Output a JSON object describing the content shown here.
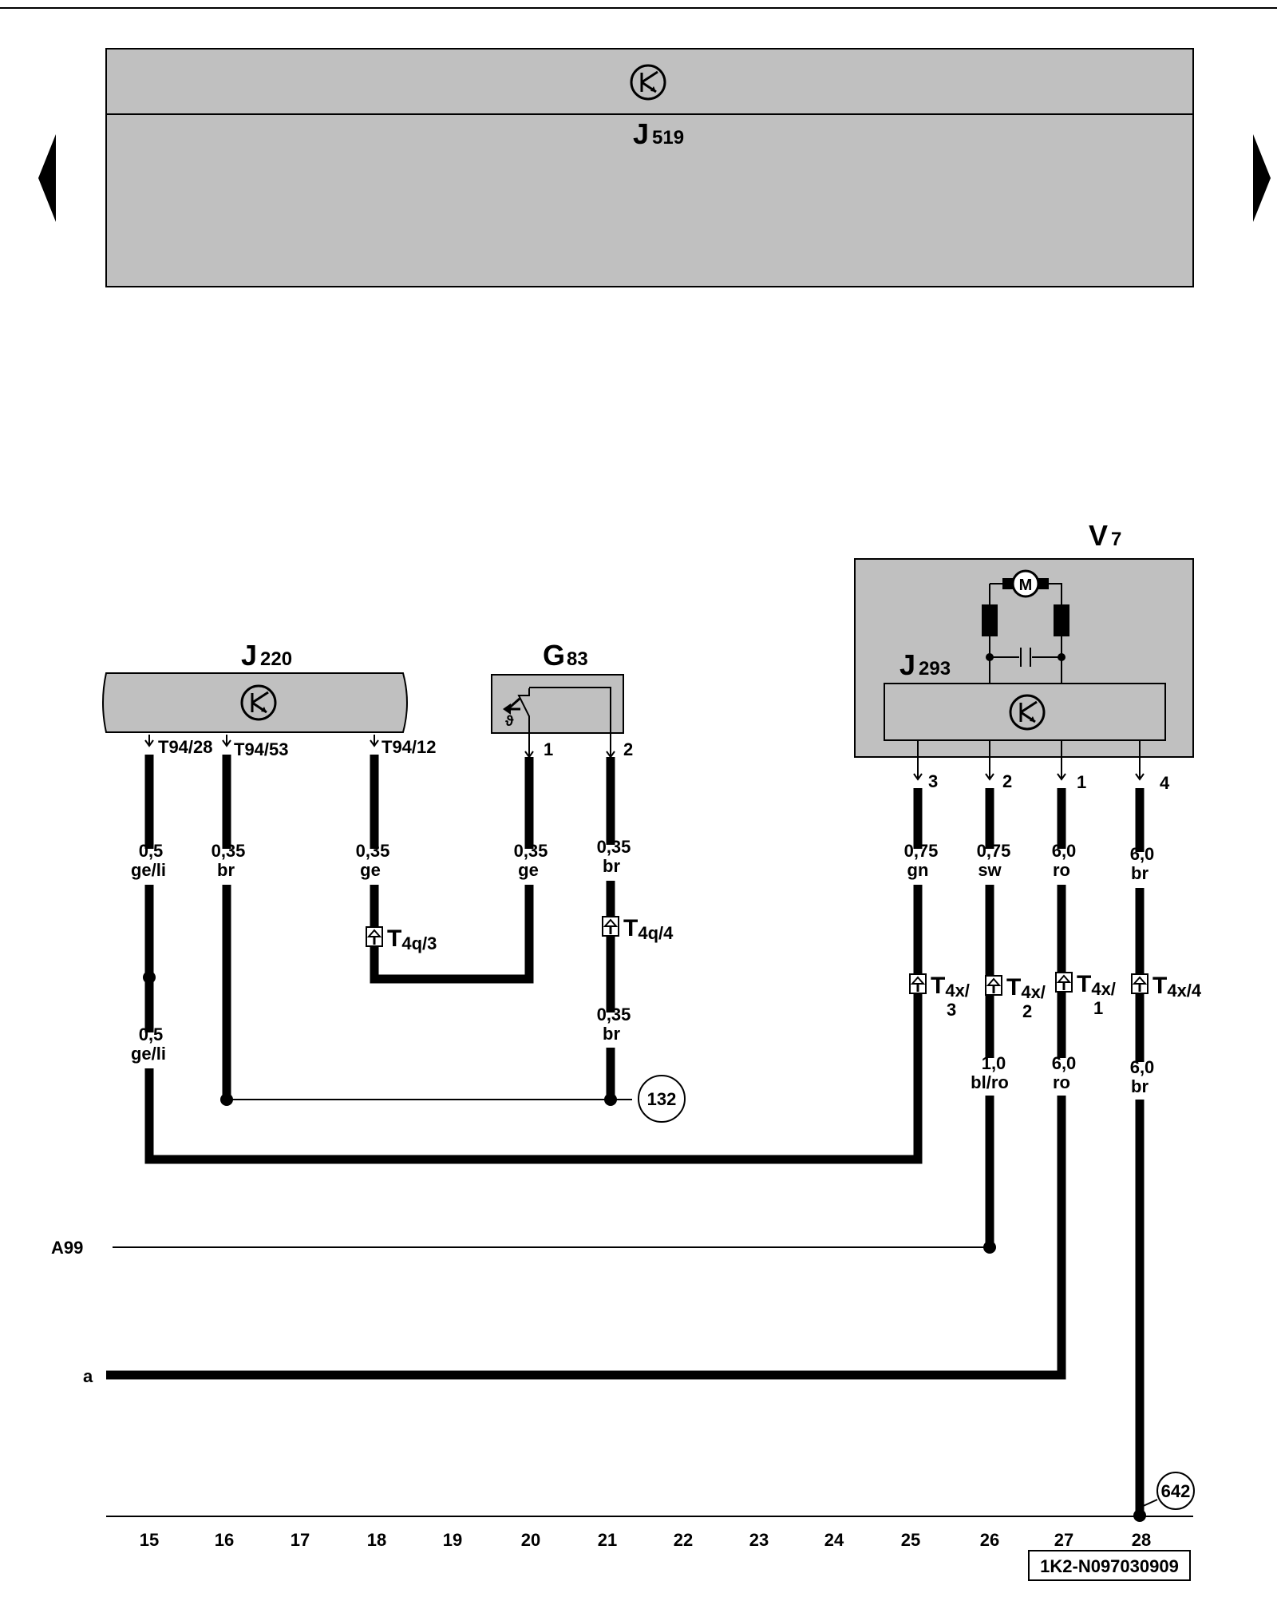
{
  "nav": {
    "prev_icon": "left-triangle-icon",
    "next_icon": "right-triangle-icon"
  },
  "components": {
    "j519": {
      "letter": "J",
      "number": "519"
    },
    "j220": {
      "letter": "J",
      "number": "220"
    },
    "g83": {
      "letter": "G",
      "number": "83"
    },
    "v7": {
      "letter": "V",
      "number": "7"
    },
    "j293": {
      "letter": "J",
      "number": "293"
    },
    "motor": "M"
  },
  "pins": {
    "t94_28": "T94/28",
    "t94_53": "T94/53",
    "t94_12": "T94/12",
    "g83_1": "1",
    "g83_2": "2",
    "v7_3": "3",
    "v7_2": "2",
    "v7_1": "1",
    "v7_4": "4"
  },
  "wires": {
    "w15a": {
      "size": "0,5",
      "color": "ge/li"
    },
    "w15b": {
      "size": "0,5",
      "color": "ge/li"
    },
    "w16": {
      "size": "0,35",
      "color": "br"
    },
    "w18": {
      "size": "0,35",
      "color": "ge"
    },
    "w20": {
      "size": "0,35",
      "color": "ge"
    },
    "w21a": {
      "size": "0,35",
      "color": "br"
    },
    "w21b": {
      "size": "0,35",
      "color": "br"
    },
    "w25": {
      "size": "0,75",
      "color": "gn"
    },
    "w26a": {
      "size": "0,75",
      "color": "sw"
    },
    "w26b": {
      "size": "1,0",
      "color": "bl/ro"
    },
    "w27a": {
      "size": "6,0",
      "color": "ro"
    },
    "w27b": {
      "size": "6,0",
      "color": "ro"
    },
    "w28a": {
      "size": "6,0",
      "color": "br"
    },
    "w28b": {
      "size": "6,0",
      "color": "br"
    }
  },
  "connectors": {
    "t4q3": {
      "main": "T",
      "sub": "4q/3",
      "sub2": ""
    },
    "t4q4": {
      "main": "T",
      "sub": "4q/4",
      "sub2": ""
    },
    "t4x3": {
      "main": "T",
      "sub": "4x/",
      "sub2": "3"
    },
    "t4x2": {
      "main": "T",
      "sub": "4x/",
      "sub2": "2"
    },
    "t4x1": {
      "main": "T",
      "sub": "4x/",
      "sub2": "1"
    },
    "t4x4": {
      "main": "T",
      "sub": "4x/4",
      "sub2": ""
    }
  },
  "references": {
    "ref132": "132",
    "ref642": "642",
    "a99": "A99",
    "a": "a"
  },
  "columns": [
    "15",
    "16",
    "17",
    "18",
    "19",
    "20",
    "21",
    "22",
    "23",
    "24",
    "25",
    "26",
    "27",
    "28"
  ],
  "document_code": "1K2-N097030909",
  "colors": {
    "component_fill": "#c0c0c0",
    "line": "#000000",
    "background": "#ffffff"
  }
}
